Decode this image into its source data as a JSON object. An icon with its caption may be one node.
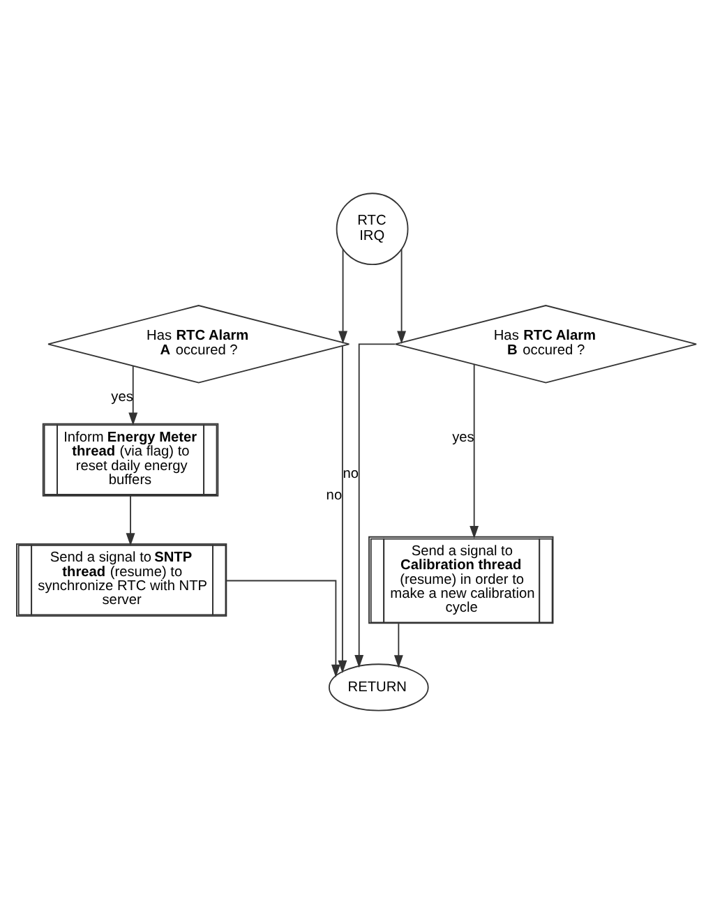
{
  "diagram": {
    "nodes": [
      {
        "text": [
          "RTC IRQ"
        ]
      },
      {
        "text": [
          "Has **RTC Alarm A** occured ?"
        ]
      },
      {
        "text": [
          "Has **RTC Alarm B** occured ?"
        ]
      },
      {
        "text": [
          "Inform **Energy Meter thread** (via flag) to reset daily energy buffers"
        ]
      },
      {
        "text": [
          "Send a signal to **Calibration thread** (resume) in order to make a new calibration cycle"
        ]
      },
      {
        "text": [
          "Send a signal to **SNTP thread** (resume) to synchronize RTC with NTP server"
        ]
      },
      {
        "text": [
          "RETURN"
        ]
      }
    ],
    "edges": [
      {
        "from": 0,
        "to": 1,
        "arrow": "to"
      },
      {
        "from": 0,
        "to": 2,
        "arrow": "to"
      },
      {
        "from": 1,
        "to": 3,
        "arrow": "to",
        "label": "yes"
      },
      {
        "from": 1,
        "to": 6,
        "arrow": "to",
        "label": "no"
      },
      {
        "from": 2,
        "to": 4,
        "arrow": "to",
        "label": "yes"
      },
      {
        "from": 2,
        "to": 6,
        "arrow": "to",
        "label": "no"
      },
      {
        "from": 3,
        "to": 5,
        "arrow": "to"
      },
      {
        "from": 5,
        "to": 6,
        "arrow": "to"
      },
      {
        "from": 4,
        "to": 6,
        "arrow": "to"
      }
    ]
  }
}
